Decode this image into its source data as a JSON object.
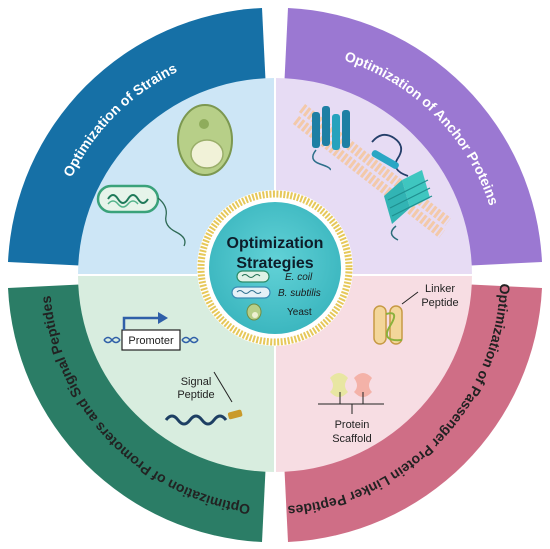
{
  "colors": {
    "quad_tl_ring": "#1670a6",
    "quad_tr_ring": "#9b78d2",
    "quad_br_ring": "#cf6e86",
    "quad_bl_ring": "#2b7d66",
    "quad_tl_fill": "#cde6f6",
    "quad_tr_fill": "#e7dcf4",
    "quad_br_fill": "#f7dde3",
    "quad_bl_fill": "#d8eddf",
    "hub_fill": "#4cc5cc",
    "hub_ring": "#e6c85a"
  },
  "ring": {
    "top_left": "Optimization of Strains",
    "top_right": "Optimization of Anchor Proteins",
    "bottom_right": "Optimization of Passenger Protein Linker  Peptides",
    "bottom_left": "Optimization of Promoters and Signal Peptides"
  },
  "hub": {
    "title_line1": "Optimization",
    "title_line2": "Strategies",
    "items": [
      "E. coil",
      "B. subtilis",
      "Yeast"
    ]
  },
  "labels": {
    "promoter": "Promoter",
    "signal_line1": "Signal",
    "signal_line2": "Peptide",
    "linker_line1": "Linker",
    "linker_line2": "Peptide",
    "scaffold_line1": "Protein",
    "scaffold_line2": "Scaffold"
  }
}
